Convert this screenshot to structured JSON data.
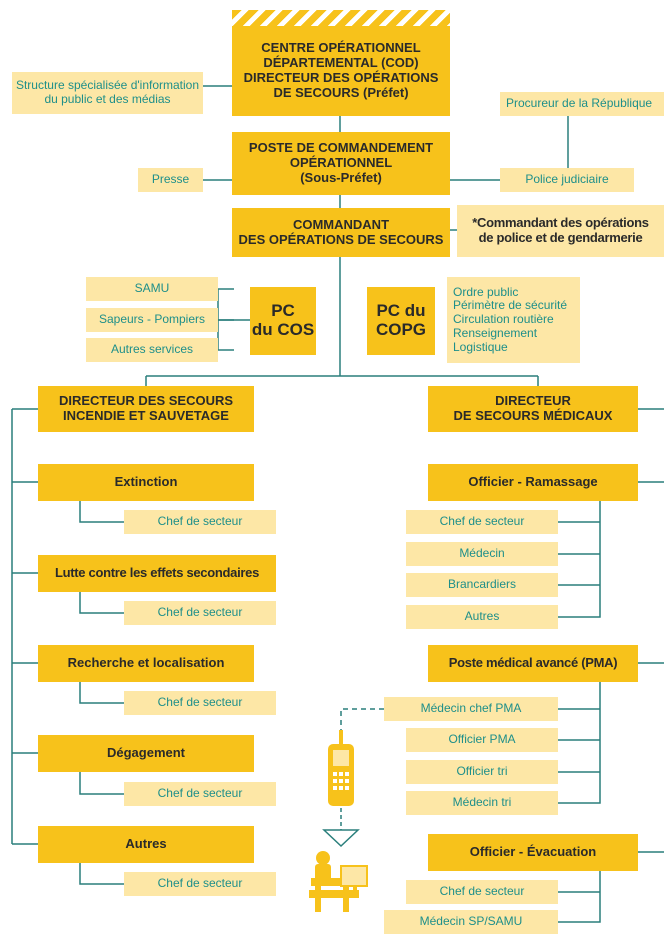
{
  "cod": {
    "line1": "CENTRE OPÉRATIONNEL",
    "line2": "DÉPARTEMENTAL (COD)",
    "line3": "DIRECTEUR DES OPÉRATIONS",
    "line4": "DE SECOURS (Préfet)"
  },
  "structure_info": {
    "line1": "Structure spécialisée d'information",
    "line2": "du public et des médias"
  },
  "procureur": "Procureur de la République",
  "pco": {
    "line1": "POSTE DE COMMANDEMENT",
    "line2": "OPÉRATIONNEL",
    "line3": "(Sous-Préfet)"
  },
  "presse": "Presse",
  "police_judiciaire": "Police judiciaire",
  "cos": {
    "line1": "COMMANDANT",
    "line2": "DES OPÉRATIONS DE SECOURS"
  },
  "copg": {
    "line1": "*Commandant des opérations",
    "line2": "de police et de gendarmerie"
  },
  "pc_cos": {
    "line1": "PC",
    "line2": "du COS"
  },
  "pc_copg": {
    "line1": "PC du",
    "line2": "COPG"
  },
  "cos_services": [
    "SAMU",
    "Sapeurs - Pompiers",
    "Autres services"
  ],
  "copg_tasks": [
    "Ordre public",
    "Périmètre de sécurité",
    "Circulation routière",
    "Renseignement",
    "Logistique"
  ],
  "dsis": {
    "line1": "DIRECTEUR DES SECOURS",
    "line2": "INCENDIE ET SAUVETAGE"
  },
  "dsm": {
    "line1": "DIRECTEUR",
    "line2": "DE SECOURS MÉDICAUX"
  },
  "left_groups": [
    {
      "title": "Extinction",
      "sub": "Chef de secteur"
    },
    {
      "title": "Lutte contre les effets secondaires",
      "sub": "Chef de secteur"
    },
    {
      "title": "Recherche et localisation",
      "sub": "Chef de secteur"
    },
    {
      "title": "Dégagement",
      "sub": "Chef de secteur"
    },
    {
      "title": "Autres",
      "sub": "Chef de secteur"
    }
  ],
  "right_groups": [
    {
      "title": "Officier - Ramassage",
      "subs": [
        "Chef de secteur",
        "Médecin",
        "Brancardiers",
        "Autres"
      ]
    },
    {
      "title": "Poste médical avancé (PMA)",
      "subs": [
        "Médecin chef PMA",
        "Officier PMA",
        "Officier tri",
        "Médecin tri"
      ]
    },
    {
      "title": "Officier - Évacuation",
      "subs": [
        "Chef de secteur",
        "Médecin SP/SAMU"
      ]
    }
  ],
  "icons": [
    "radio-handset-icon",
    "operator-at-desk-icon"
  ],
  "colors": {
    "box_dark": "#f7c21b",
    "box_light": "#fde7a6",
    "text_teal": "#1e8f8a",
    "connector": "#2a7f7c"
  }
}
